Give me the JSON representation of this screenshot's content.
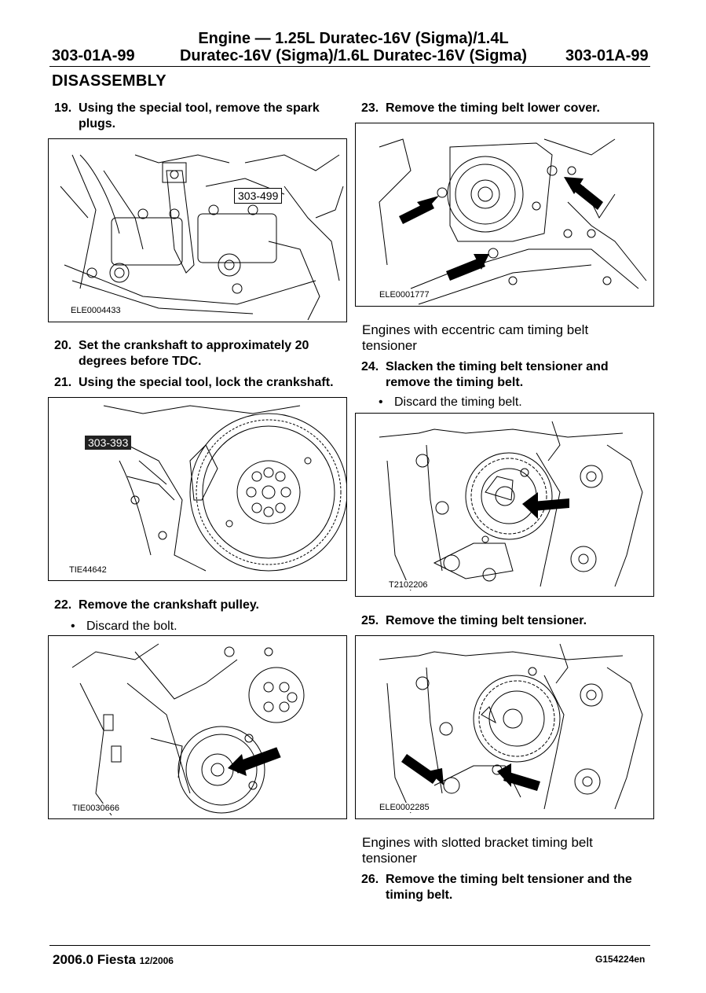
{
  "header": {
    "code_left": "303-01A-99",
    "code_right": "303-01A-99",
    "title_line1": "Engine — 1.25L Duratec-16V (Sigma)/1.4L",
    "title_line2": "Duratec-16V (Sigma)/1.6L Duratec-16V (Sigma)"
  },
  "section_title": "DISASSEMBLY",
  "steps": {
    "s19": {
      "num": "19.",
      "line1": "Using the special tool, remove the spark",
      "line2": "plugs."
    },
    "s20": {
      "num": "20.",
      "line1": "Set the crankshaft to approximately 20",
      "line2": "degrees before TDC."
    },
    "s21": {
      "num": "21.",
      "line1": "Using the special tool, lock the crankshaft."
    },
    "s22": {
      "num": "22.",
      "line1": "Remove the crankshaft pulley."
    },
    "s23": {
      "num": "23.",
      "line1": "Remove the timing belt lower cover."
    },
    "s24": {
      "num": "24.",
      "line1": "Slacken the timing belt tensioner and",
      "line2": "remove the timing belt."
    },
    "s25": {
      "num": "25.",
      "line1": "Remove the timing belt tensioner."
    },
    "s26": {
      "num": "26.",
      "line1": "Remove the timing belt tensioner and the",
      "line2": "timing belt."
    }
  },
  "notes": {
    "eccentric_line1": "Engines with eccentric cam timing belt",
    "eccentric_line2": "tensioner",
    "slotted_line1": "Engines with slotted bracket timing belt",
    "slotted_line2": "tensioner"
  },
  "bullets": {
    "b22": "Discard the bolt.",
    "b24": "Discard the timing belt."
  },
  "bullet_glyph": "•",
  "figures": {
    "f19": {
      "code": "ELE0004433",
      "tool": "303-499"
    },
    "f21": {
      "code": "TIE44642",
      "tool": "303-393"
    },
    "f22": {
      "code": "TIE0030666"
    },
    "f23": {
      "code": "ELE0001777"
    },
    "f24": {
      "code": "T2102206"
    },
    "f25": {
      "code": "ELE0002285"
    }
  },
  "footer": {
    "model": "2006.0 Fiesta",
    "date": "12/2006",
    "doc_id": "G154224en"
  }
}
